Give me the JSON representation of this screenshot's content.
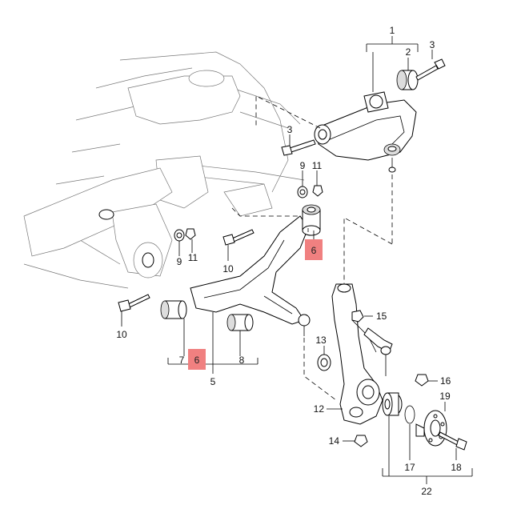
{
  "callouts": {
    "c1": "1",
    "c2": "2",
    "c3a": "3",
    "c3b": "3",
    "c9a": "9",
    "c11a": "11",
    "c9b": "9",
    "c11b": "11",
    "c10a": "10",
    "c10b": "10",
    "c6a": "6",
    "c6b": "6",
    "c7": "7",
    "c8": "8",
    "c5": "5",
    "c13": "13",
    "c15": "15",
    "c16": "16",
    "c19": "19",
    "c12": "12",
    "c14": "14",
    "c17": "17",
    "c18": "18",
    "c22": "22"
  },
  "colors": {
    "highlight": "#f08080",
    "ink": "#000000"
  }
}
